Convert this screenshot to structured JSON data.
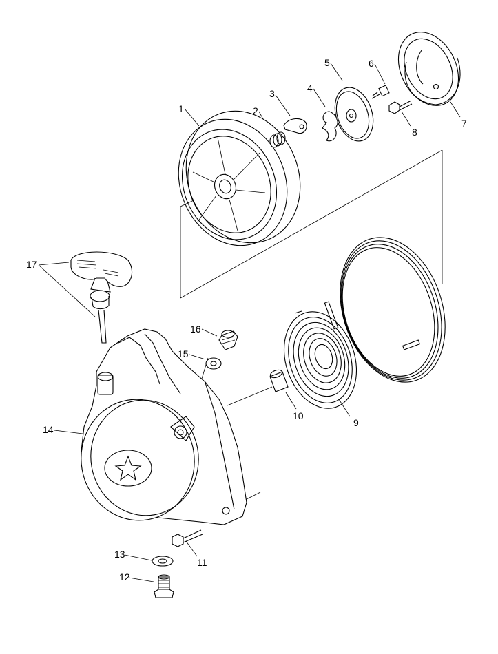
{
  "diagram": {
    "callouts": {
      "c1": "1",
      "c2": "2",
      "c3": "3",
      "c4": "4",
      "c5": "5",
      "c6": "6",
      "c7": "7",
      "c8": "8",
      "c9": "9",
      "c10": "10",
      "c11": "11",
      "c12": "12",
      "c13": "13",
      "c14": "14",
      "c15": "15",
      "c16": "16",
      "c17": "17"
    },
    "logo_icon": "star-logo-icon"
  }
}
